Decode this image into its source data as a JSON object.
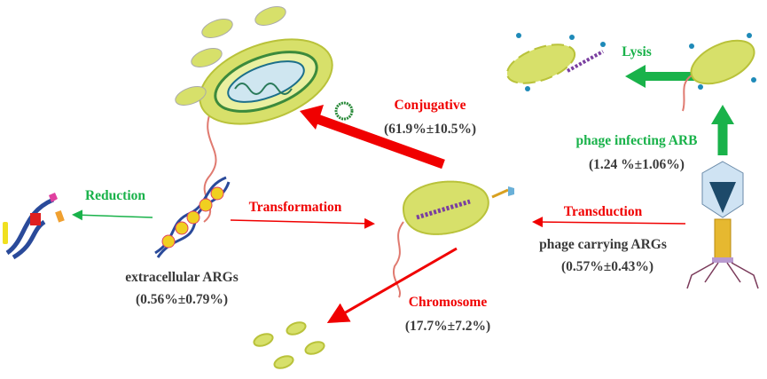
{
  "labels": {
    "conjugative": "Conjugative",
    "conjugative_value": "(61.9%±10.5%)",
    "lysis": "Lysis",
    "phage_infecting": "phage infecting ARB",
    "phage_infecting_value": "(1.24 %±1.06%)",
    "transduction": "Transduction",
    "phage_carrying": "phage carrying ARGs",
    "phage_carrying_value": "(0.57%±0.43%)",
    "transformation": "Transformation",
    "reduction": "Reduction",
    "extracellular": "extracellular ARGs",
    "extracellular_value": "(0.56%±0.79%)",
    "chromosome": "Chromosome",
    "chromosome_value": "(17.7%±7.2%)"
  },
  "colors": {
    "red": "#f00000",
    "green": "#19b24a",
    "text": "#3a3a3a"
  }
}
